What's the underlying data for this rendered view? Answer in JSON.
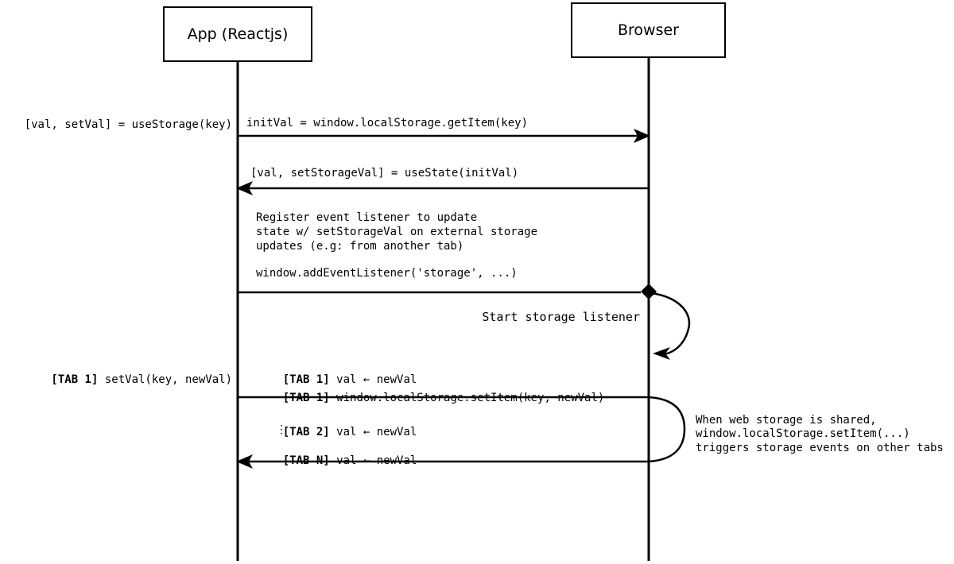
{
  "actors": {
    "app": "App (Reactjs)",
    "browser": "Browser"
  },
  "messages": {
    "use_storage_call": "[val, setVal] = useStorage(key)",
    "get_item": "initVal = window.localStorage.getItem(key)",
    "use_state": "[val, setStorageVal] = useState(initVal)",
    "register_note_line1": "Register event listener to update",
    "register_note_line2": "state w/ setStorageVal on external storage",
    "register_note_line3": "updates (e.g: from another tab)",
    "add_event_listener": "window.addEventListener('storage', ...)",
    "start_listener": "Start storage listener",
    "setval_call": {
      "prefix": "[TAB 1]",
      "text": " setVal(key, newVal)"
    },
    "tab1_val": {
      "prefix": "[TAB 1]",
      "text": " val ← newVal"
    },
    "tab1_setitem": {
      "prefix": "[TAB 1]",
      "text": " window.localStorage.setItem(key, newVal)"
    },
    "tab2_val": {
      "prefix": "[TAB 2]",
      "text": " val ← newVal"
    },
    "dots": "⋮",
    "tabn_val": {
      "prefix": "[TAB N]",
      "text": " val ← newVal"
    },
    "shared_note_line1": "When web storage is shared,",
    "shared_note_line2": "window.localStorage.setItem(...)",
    "shared_note_line3": "triggers storage events on other tabs"
  },
  "colors": {
    "line": "#000000",
    "background": "#ffffff"
  }
}
